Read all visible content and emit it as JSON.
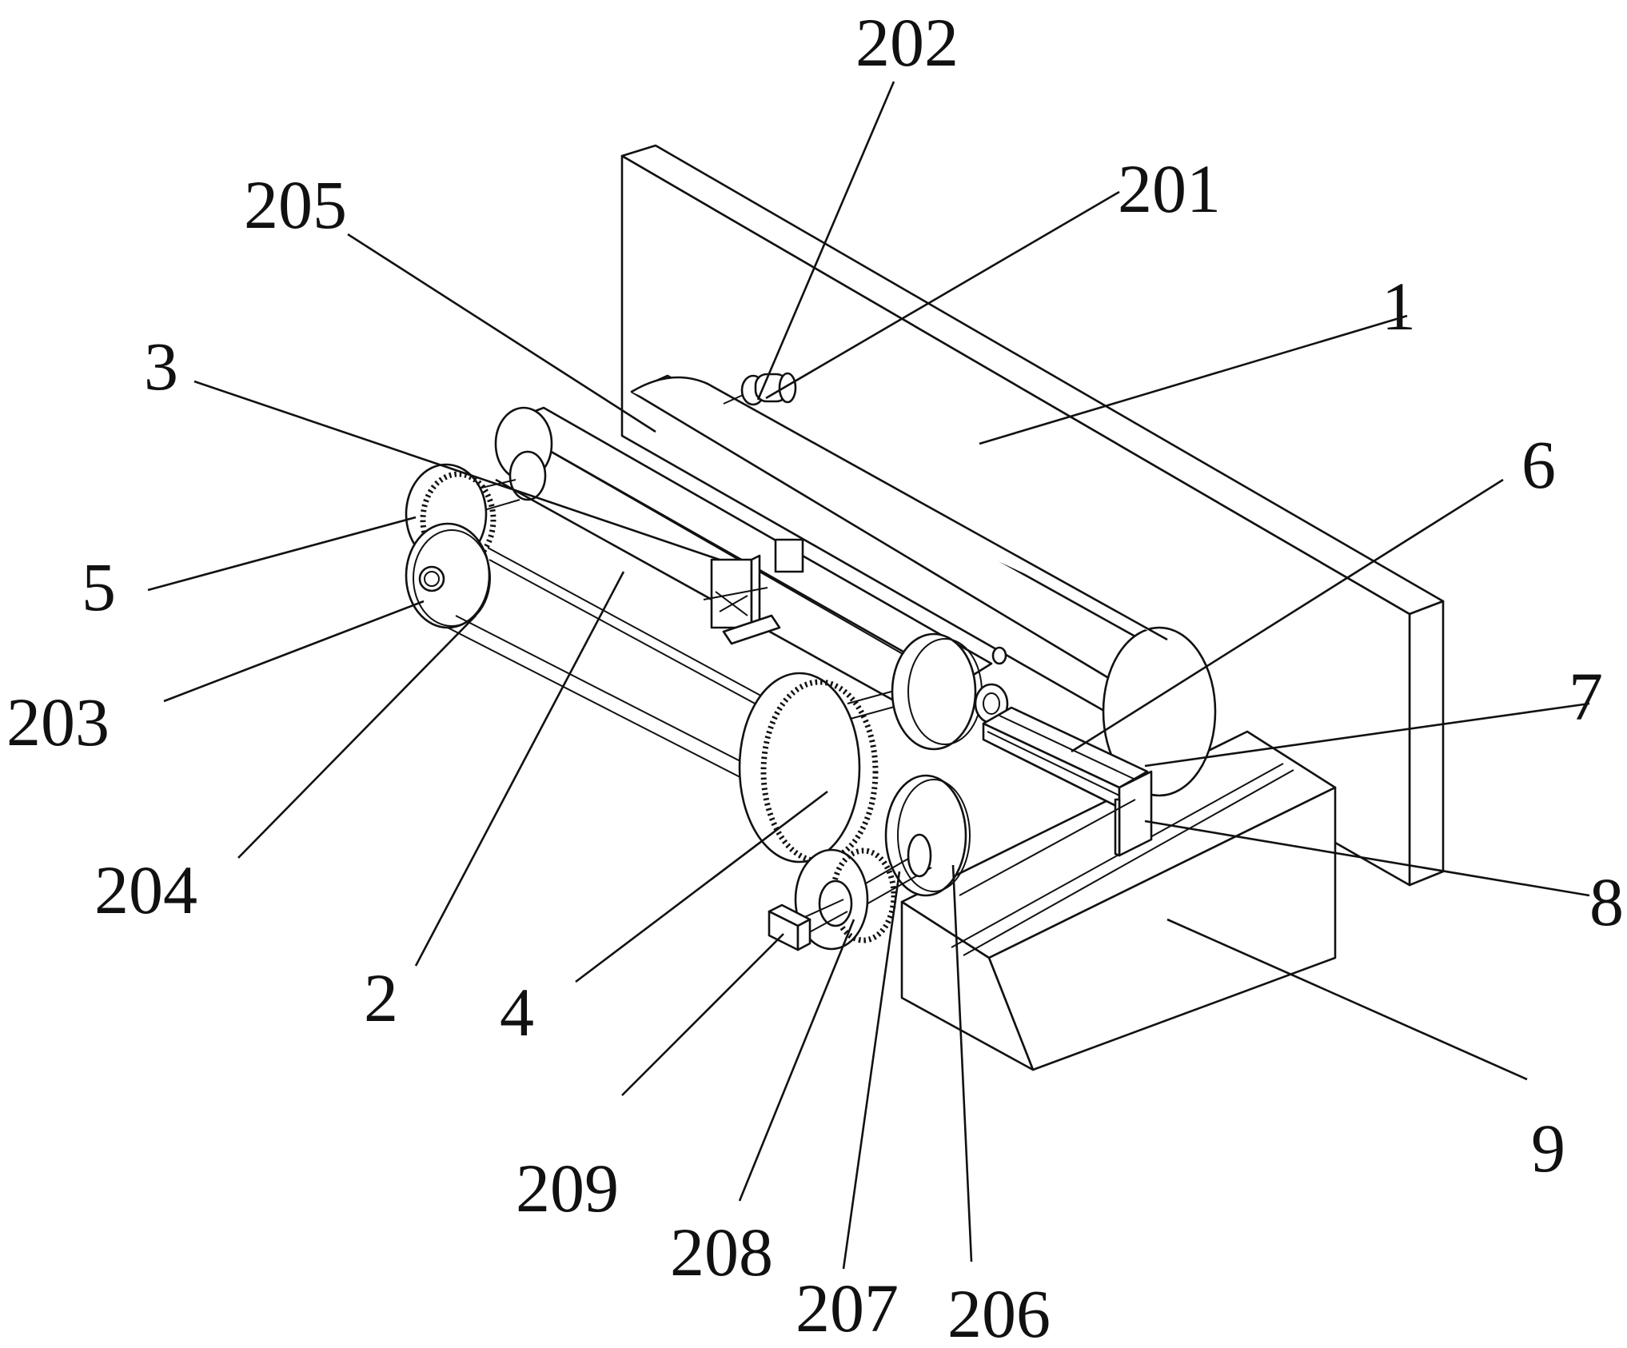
{
  "figure": {
    "callouts": {
      "c202": "202",
      "c201": "201",
      "c205": "205",
      "c1": "1",
      "c3": "3",
      "c6": "6",
      "c5": "5",
      "c7": "7",
      "c203": "203",
      "c8": "8",
      "c204": "204",
      "c2": "2",
      "c4": "4",
      "c9": "9",
      "c209": "209",
      "c208": "208",
      "c207": "207",
      "c206": "206"
    }
  }
}
